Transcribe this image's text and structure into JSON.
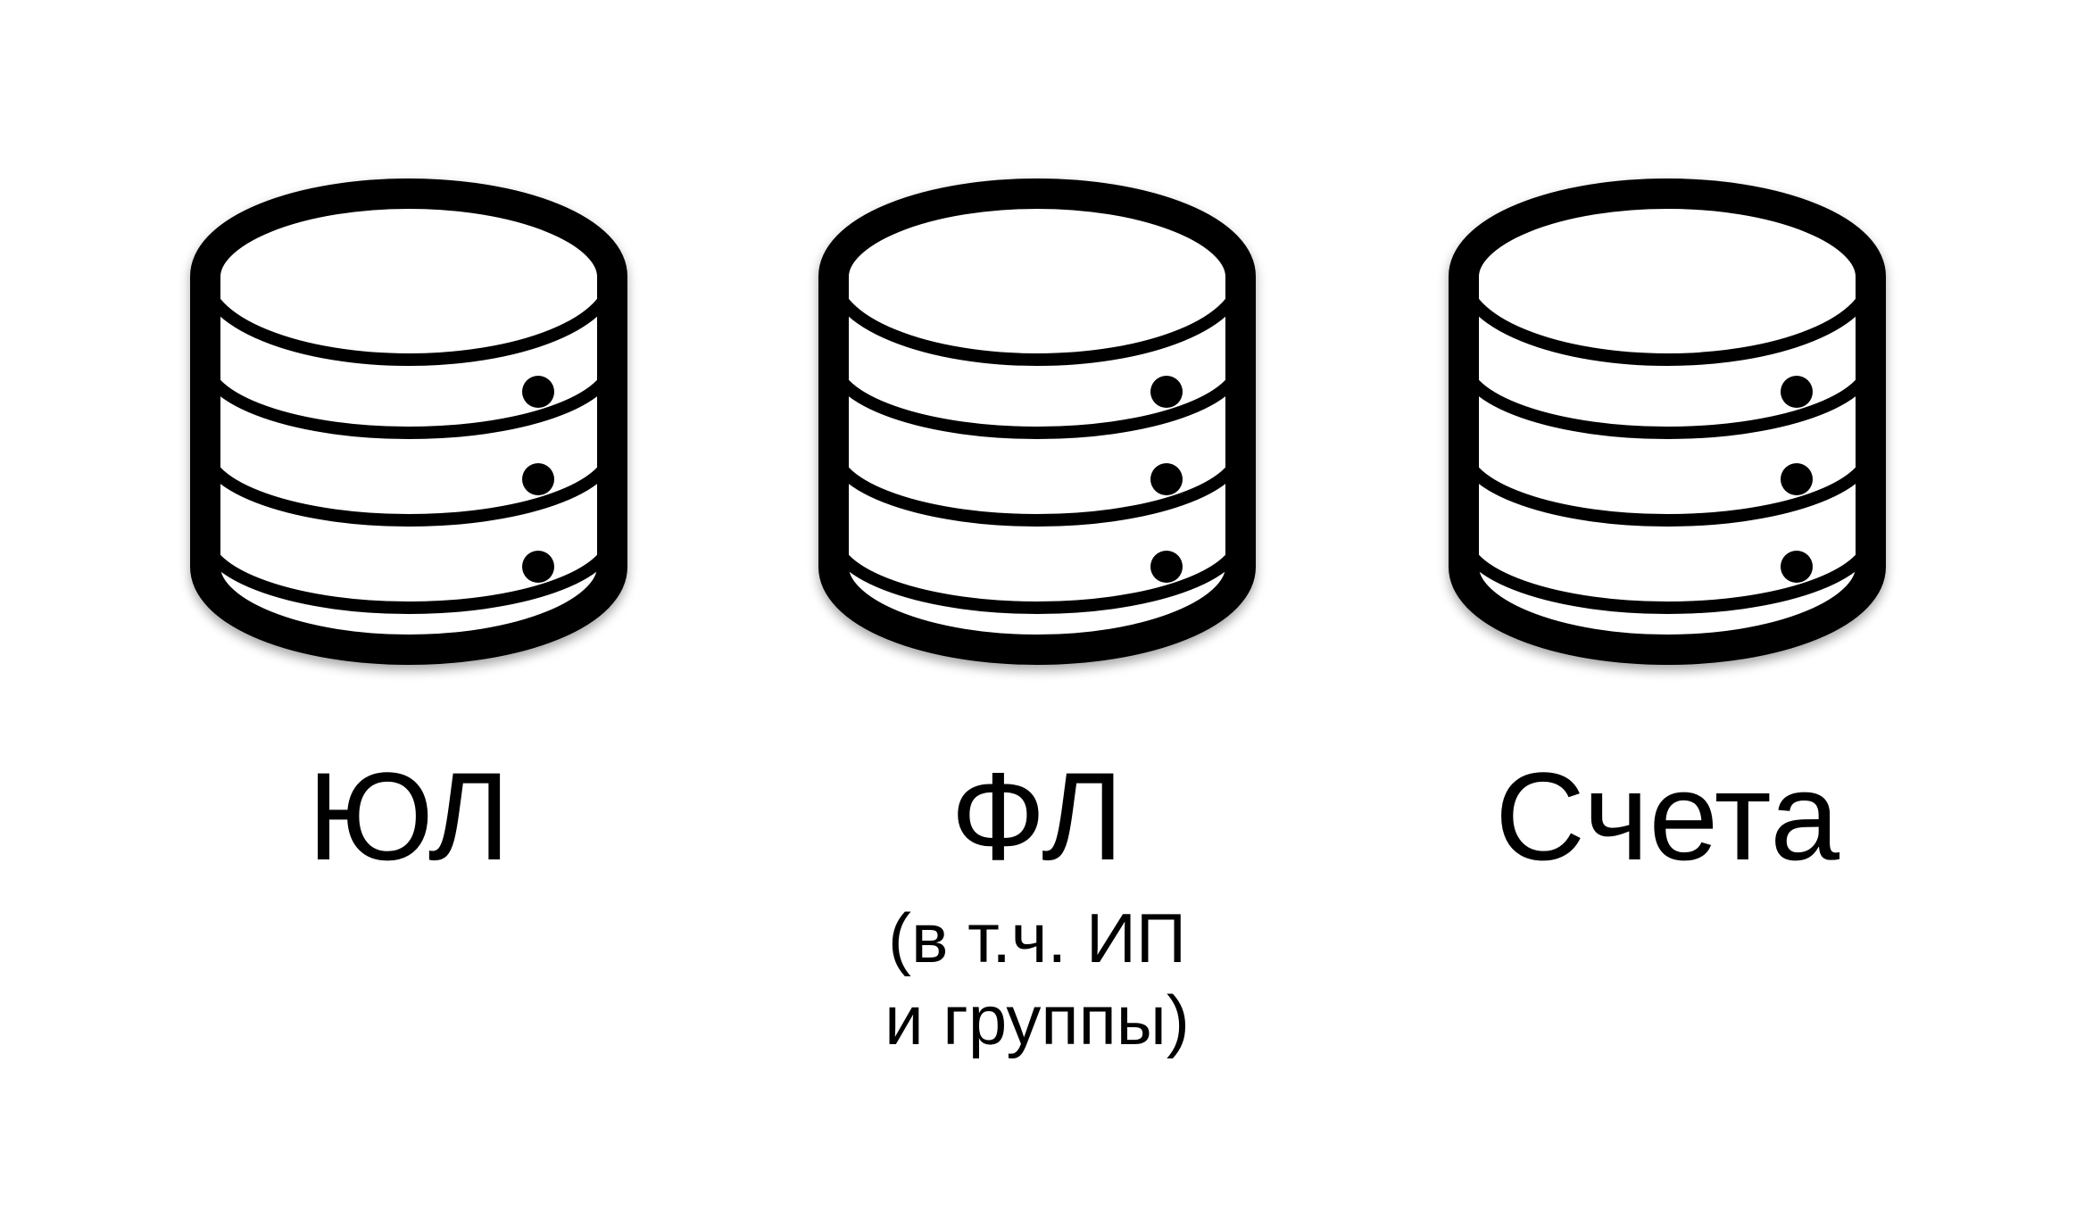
{
  "databases": [
    {
      "icon": "database-icon",
      "label": "ЮЛ",
      "sublabel_lines": []
    },
    {
      "icon": "database-icon",
      "label": "ФЛ",
      "sublabel_lines": [
        "(в т.ч. ИП",
        "и группы)"
      ]
    },
    {
      "icon": "database-icon",
      "label": "Счета",
      "sublabel_lines": []
    }
  ],
  "colors": {
    "stroke": "#000000",
    "background": "#ffffff"
  }
}
